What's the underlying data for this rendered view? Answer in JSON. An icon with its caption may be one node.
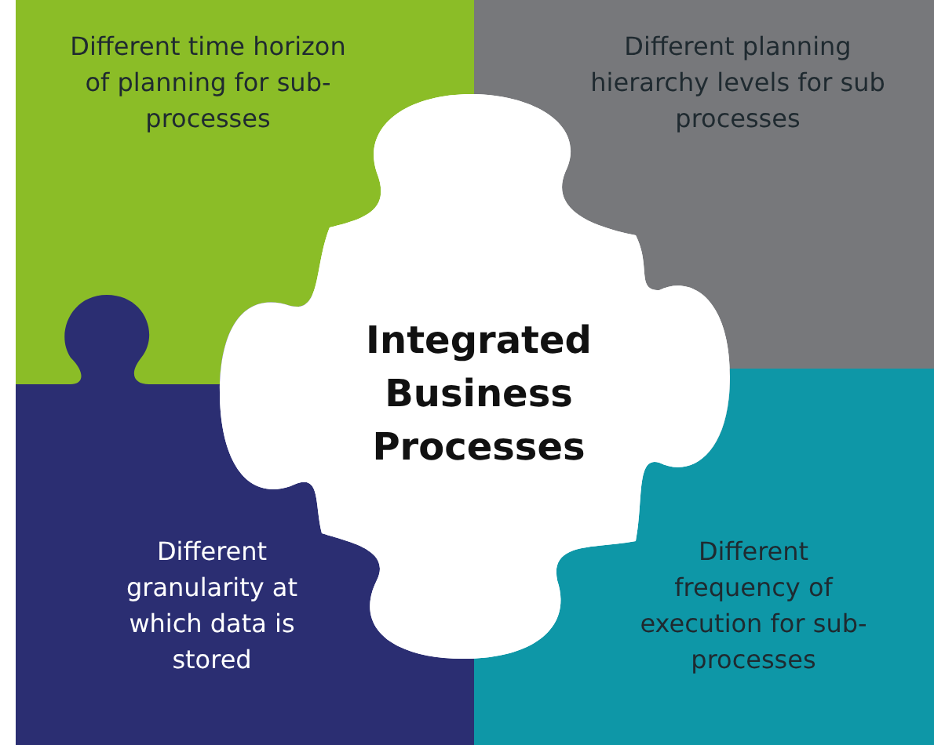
{
  "diagram": {
    "nodes": [
      {
        "text": [
          "Different time horizon of planning for sub-processes"
        ]
      },
      {
        "text": [
          "Different planning hierarchy levels for sub processes"
        ]
      },
      {
        "text": [
          "Integrated Business Processes"
        ]
      },
      {
        "text": [
          "Different granularity at which data is stored"
        ]
      },
      {
        "text": [
          "Different frequency of execution for sub-processes"
        ]
      }
    ]
  }
}
